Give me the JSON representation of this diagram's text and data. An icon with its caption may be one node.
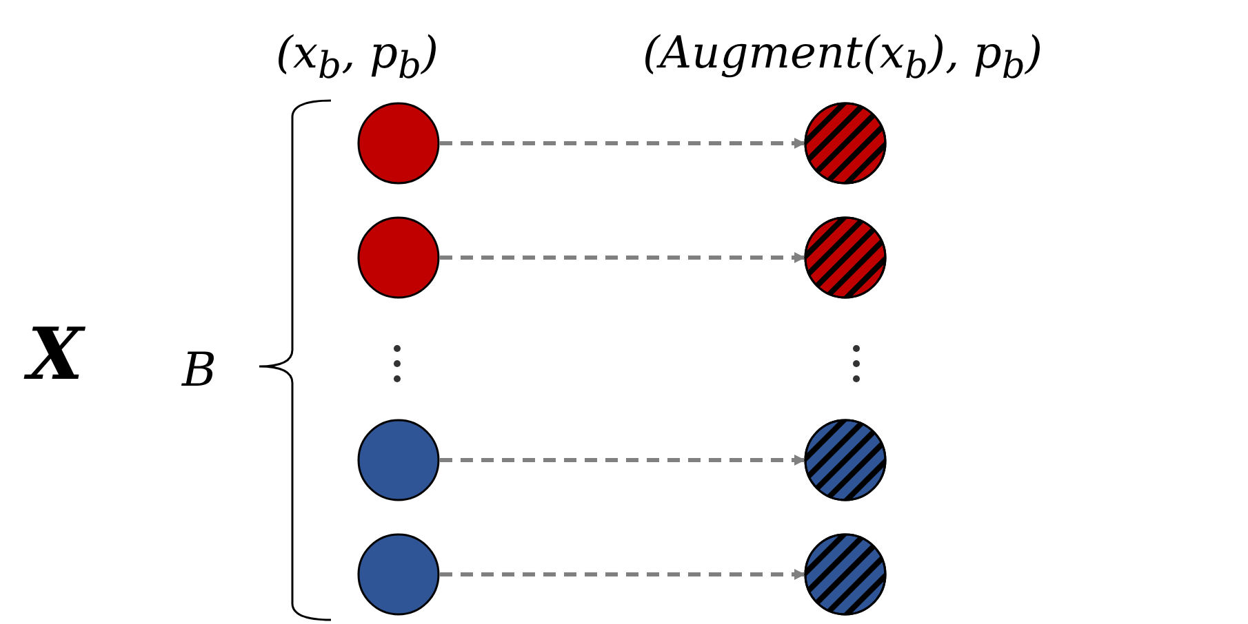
{
  "diagram": {
    "nodes": [
      {
        "text": [],
        "shape": "circle"
      },
      {
        "text": [],
        "shape": "circle"
      },
      {
        "text": [],
        "shape": "circle"
      },
      {
        "text": [],
        "shape": "circle"
      },
      {
        "text": [],
        "shape": "circle"
      },
      {
        "text": [],
        "shape": "circle"
      },
      {
        "text": [],
        "shape": "circle"
      },
      {
        "text": [],
        "shape": "circle"
      }
    ],
    "edges": [
      {
        "from": 0,
        "to": 1,
        "arrow": "to",
        "style": "dashed"
      },
      {
        "from": 2,
        "to": 3,
        "arrow": "to",
        "style": "dashed"
      },
      {
        "from": 4,
        "to": 5,
        "arrow": "to",
        "style": "dashed"
      },
      {
        "from": 6,
        "to": 7,
        "arrow": "to",
        "style": "dashed"
      }
    ],
    "labels": [
      "(x$_{b}$, p$_{b}$)",
      "(Augment(x$_{b}$), p$_{b}$)",
      "X",
      "B"
    ]
  }
}
